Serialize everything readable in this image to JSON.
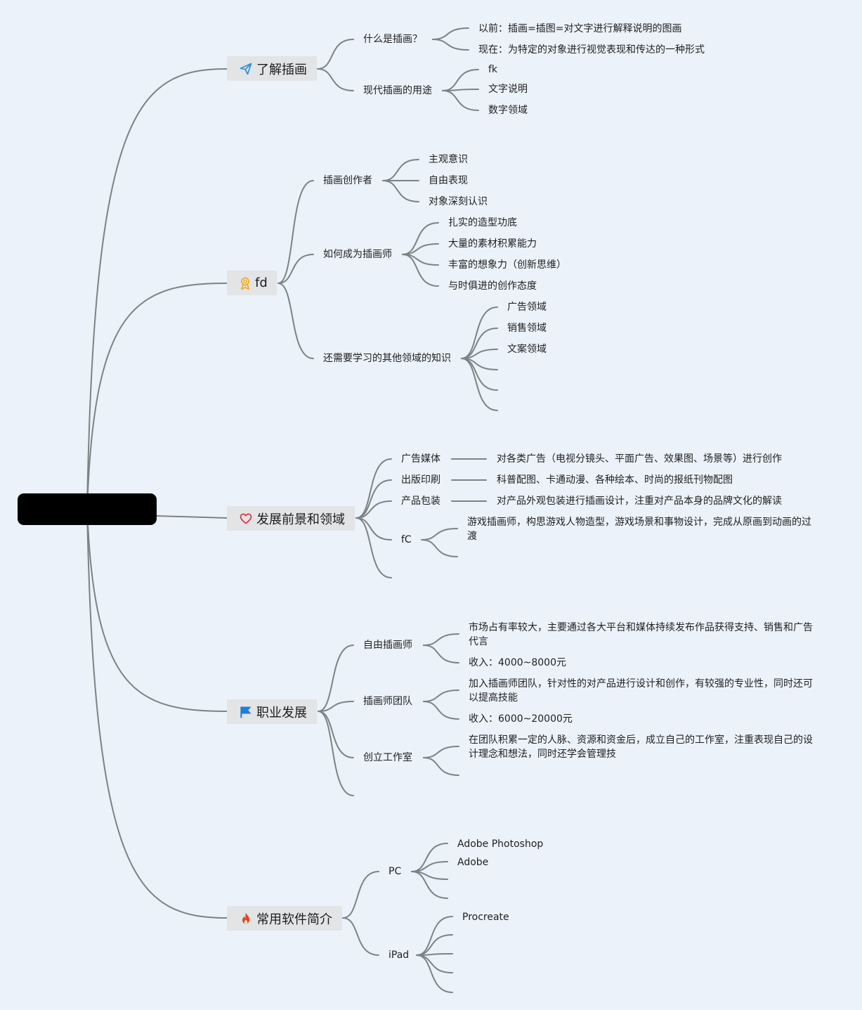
{
  "root": {
    "label": ""
  },
  "branches": [
    {
      "label": "了解插画",
      "icon": "paper-plane-icon",
      "icon_color": "#2d8fd8",
      "children": [
        {
          "label": "什么是插画？",
          "children": [
            {
              "label": "以前：插画=插图=对文字进行解释说明的图画"
            },
            {
              "label": "现在：为特定的对象进行视觉表现和传达的一种形式"
            }
          ]
        },
        {
          "label": "现代插画的用途",
          "children": [
            {
              "label": "fk"
            },
            {
              "label": "文字说明"
            },
            {
              "label": "数字领域"
            }
          ]
        }
      ]
    },
    {
      "label": "fd",
      "icon": "award-ribbon-icon",
      "icon_color": "#f0a81e",
      "children": [
        {
          "label": "插画创作者",
          "children": [
            {
              "label": "主观意识"
            },
            {
              "label": "自由表现"
            },
            {
              "label": "对象深刻认识"
            }
          ]
        },
        {
          "label": "如何成为插画师",
          "children": [
            {
              "label": "扎实的造型功底"
            },
            {
              "label": "大量的素材积累能力"
            },
            {
              "label": "丰富的想象力（创新思维）"
            },
            {
              "label": "与时俱进的创作态度"
            }
          ]
        },
        {
          "label": "还需要学习的其他领域的知识",
          "children": [
            {
              "label": "广告领域"
            },
            {
              "label": "销售领域"
            },
            {
              "label": "文案领域"
            },
            {
              "label": ""
            },
            {
              "label": ""
            },
            {
              "label": ""
            }
          ]
        }
      ]
    },
    {
      "label": "发展前景和领域",
      "icon": "heart-icon",
      "icon_color": "#e0313a",
      "children": [
        {
          "label": "广告媒体",
          "children": [
            {
              "label": "对各类广告（电视分镜头、平面广告、效果图、场景等）进行创作"
            }
          ]
        },
        {
          "label": "出版印刷",
          "children": [
            {
              "label": "科普配图、卡通动漫、各种绘本、时尚的报纸刊物配图"
            }
          ]
        },
        {
          "label": "产品包装",
          "children": [
            {
              "label": "对产品外观包装进行插画设计，注重对产品本身的品牌文化的解读"
            }
          ]
        },
        {
          "label": "fC",
          "children": [
            {
              "label": "游戏插画师，构思游戏人物造型，游戏场景和事物设计，完成从原画到动画的过渡"
            },
            {
              "label": ""
            }
          ]
        },
        {
          "label": "",
          "children": []
        }
      ]
    },
    {
      "label": "职业发展",
      "icon": "flag-icon",
      "icon_color": "#1f7fd6",
      "children": [
        {
          "label": "自由插画师",
          "children": [
            {
              "label": "市场占有率较大，主要通过各大平台和媒体持续发布作品获得支持、销售和广告代言"
            },
            {
              "label": "收入：4000~8000元"
            }
          ]
        },
        {
          "label": "插画师团队",
          "children": [
            {
              "label": "加入插画师团队，针对性的对产品进行设计和创作，有较强的专业性，同时还可以提高技能"
            },
            {
              "label": "收入：6000~20000元"
            }
          ]
        },
        {
          "label": "创立工作室",
          "children": [
            {
              "label": "在团队积累一定的人脉、资源和资金后，成立自己的工作室，注重表现自己的设计理念和想法，同时还学会管理技"
            },
            {
              "label": ""
            }
          ]
        },
        {
          "label": "",
          "children": []
        }
      ]
    },
    {
      "label": "常用软件简介",
      "icon": "fire-icon",
      "icon_color": "#e8401c",
      "children": [
        {
          "label": "PC",
          "children": [
            {
              "label": "Adobe Photoshop"
            },
            {
              "label": "Adobe"
            },
            {
              "label": ""
            },
            {
              "label": ""
            }
          ]
        },
        {
          "label": "iPad",
          "children": [
            {
              "label": "Procreate"
            },
            {
              "label": ""
            },
            {
              "label": ""
            },
            {
              "label": ""
            },
            {
              "label": ""
            }
          ]
        }
      ]
    }
  ]
}
